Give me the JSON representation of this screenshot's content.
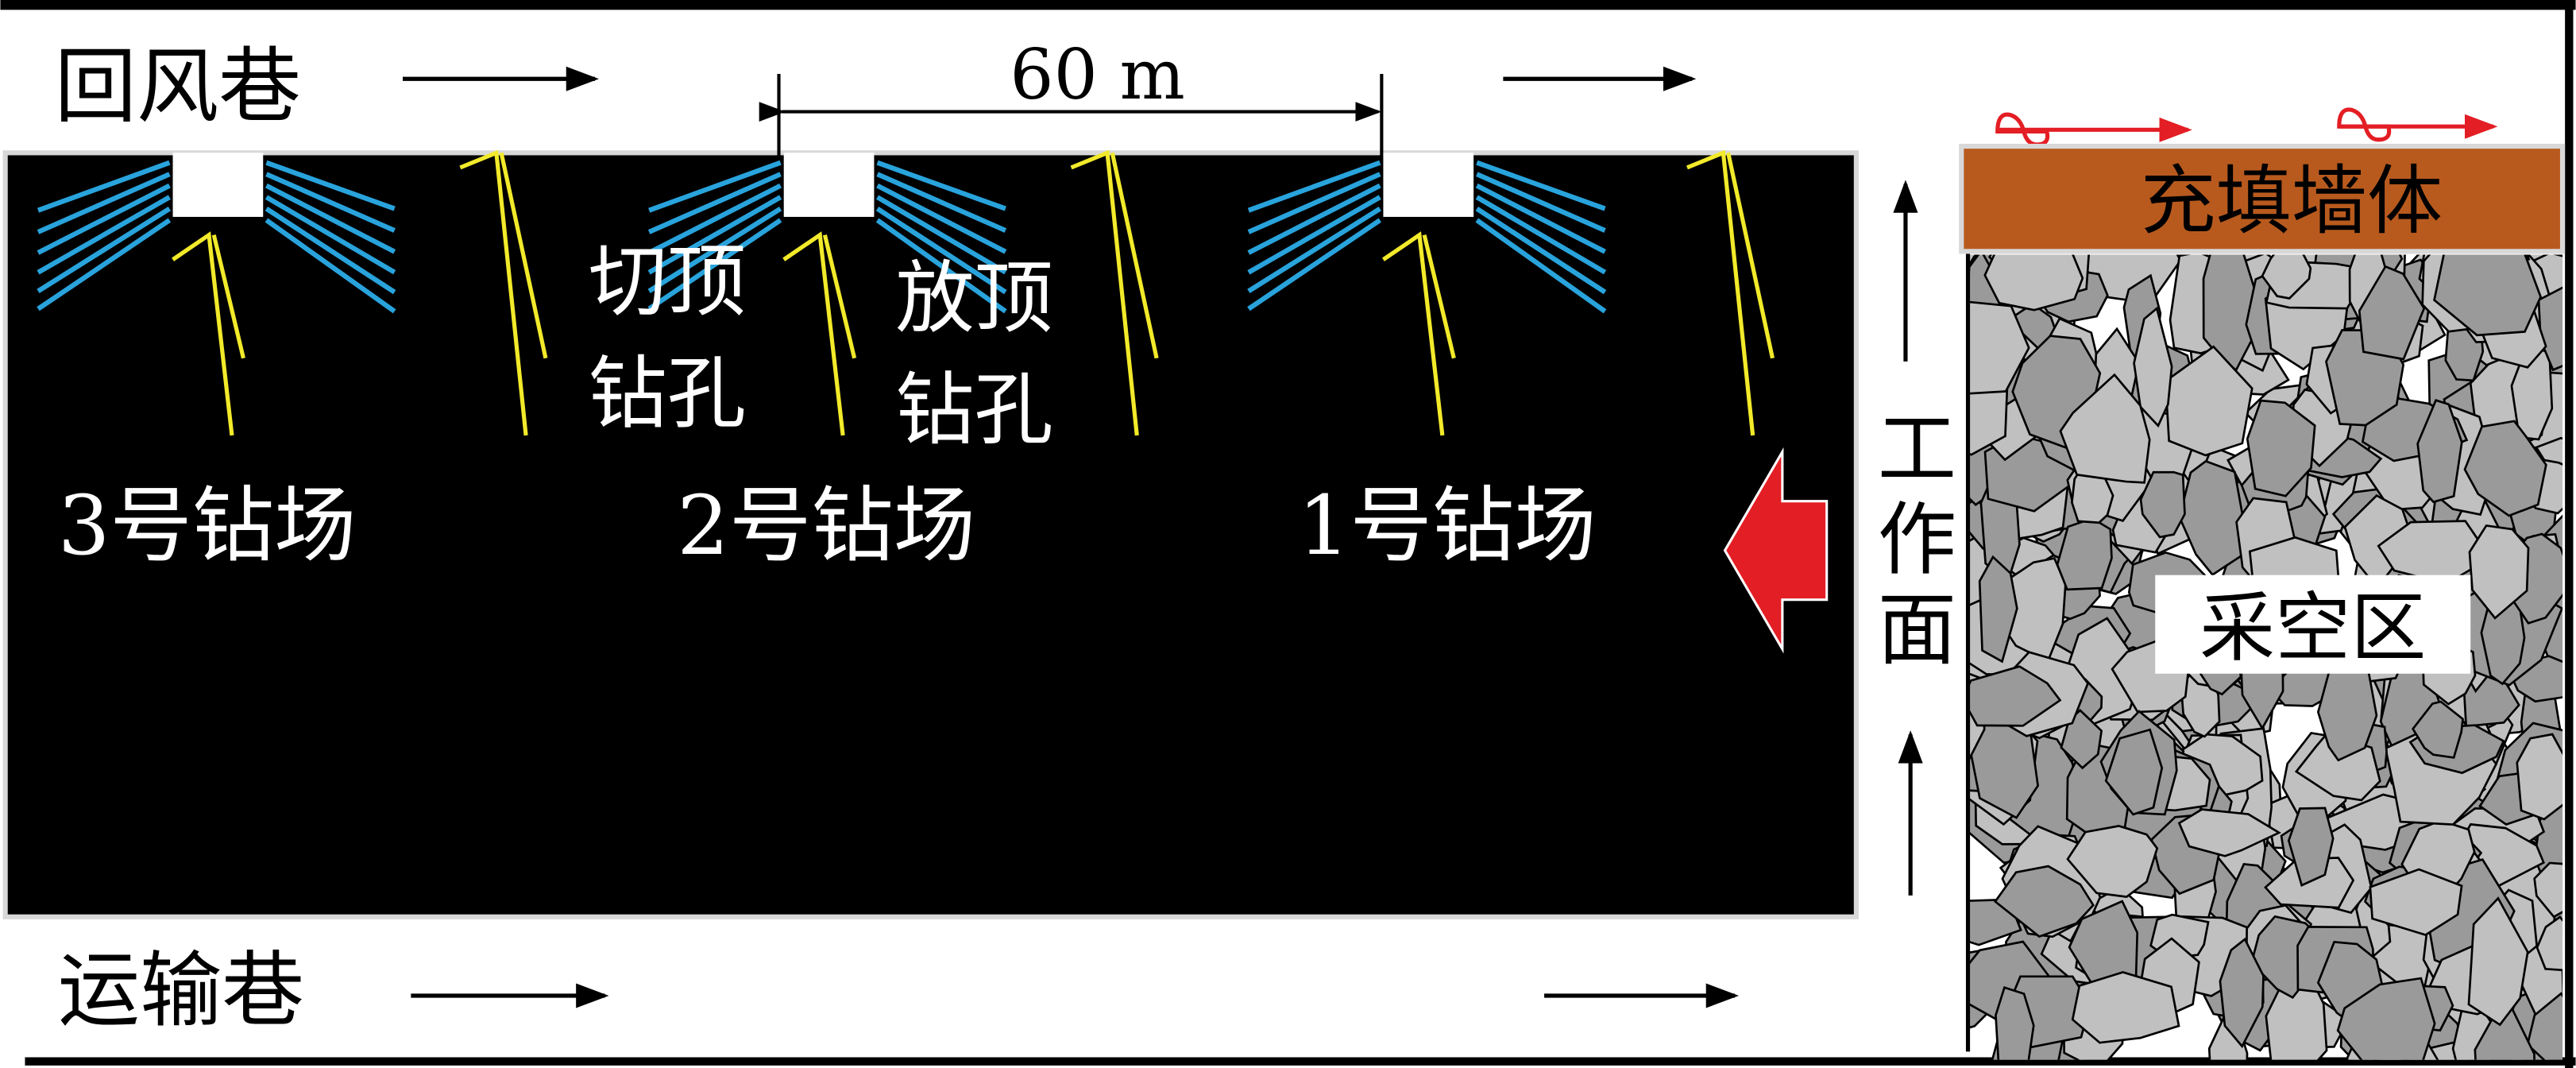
{
  "labels": {
    "return_airway": "回风巷",
    "haulage_airway": "运输巷",
    "spacing": "60 m",
    "roof_cut_hole_1": "切顶",
    "roof_cut_hole_2": "钻孔",
    "caving_hole_1": "放顶",
    "caving_hole_2": "钻孔",
    "site_3": "3号钻场",
    "site_2": "2号钻场",
    "site_1": "1号钻场",
    "working_face": [
      "工",
      "作",
      "面"
    ],
    "backfill_wall": "充填墙体",
    "goaf": "采空区"
  },
  "colors": {
    "coal": "#000000",
    "fan_holes": "#29a3dc",
    "yellow_holes": "#f2ea2a",
    "advance_arrow": "#e31e24",
    "backfill": "#b85a1e",
    "rock_dark": "#9a9a9a",
    "rock_light": "#c0c0c0"
  }
}
